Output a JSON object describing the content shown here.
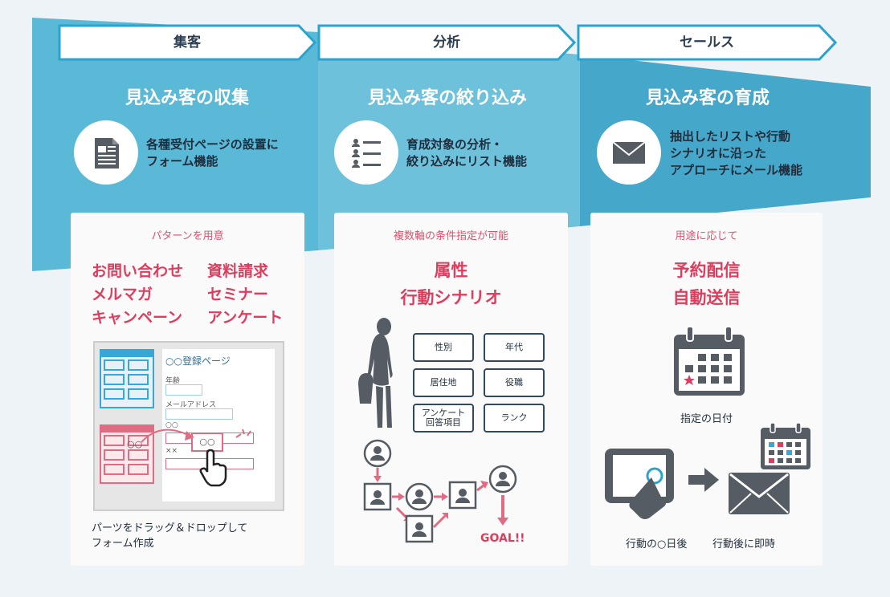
{
  "steps": [
    {
      "label": "集客"
    },
    {
      "label": "分析"
    },
    {
      "label": "セールス"
    }
  ],
  "phases": [
    {
      "title": "見込み客の収集",
      "feature": [
        "各種受付ページの設置に",
        "フォーム機能"
      ],
      "icon": "document-icon"
    },
    {
      "title": "見込み客の絞り込み",
      "feature": [
        "育成対象の分析・",
        "絞り込みにリスト機能"
      ],
      "icon": "list-icon"
    },
    {
      "title": "見込み客の育成",
      "feature": [
        "抽出したリストや行動",
        "シナリオに沿った",
        "アプローチにメール機能"
      ],
      "icon": "mail-icon"
    }
  ],
  "card1": {
    "heading": "パターンを用意",
    "patterns": [
      "お問い合わせ",
      "資料請求",
      "メルマガ",
      "セミナー",
      "キャンペーン",
      "アンケート"
    ],
    "form": {
      "page_title": "○○登録ページ",
      "field1": "年齢",
      "field2": "メールアドレス",
      "field3": "○○",
      "field4": "××",
      "drag_item": "○○",
      "drag_source": "○○"
    },
    "caption": [
      "パーツをドラッグ＆ドロップして",
      "フォーム作成"
    ]
  },
  "card2": {
    "heading": "複数軸の条件指定が可能",
    "big": [
      "属性",
      "行動シナリオ"
    ],
    "attributes": [
      "性別",
      "年代",
      "居住地",
      "役職",
      "アンケート\n回答項目",
      "ランク"
    ],
    "goal": "GOAL!!"
  },
  "card3": {
    "heading": "用途に応じて",
    "big": [
      "予約配信",
      "自動送信"
    ],
    "calendar_caption": "指定の日付",
    "caption_left": "行動の○日後",
    "caption_right": "行動後に即時"
  },
  "colors": {
    "funnel_left": "#5bbad6",
    "funnel_mid": "#72c2dc",
    "funnel_right": "#44a6c9",
    "accent": "#df3d5e",
    "dark": "#555c63"
  }
}
